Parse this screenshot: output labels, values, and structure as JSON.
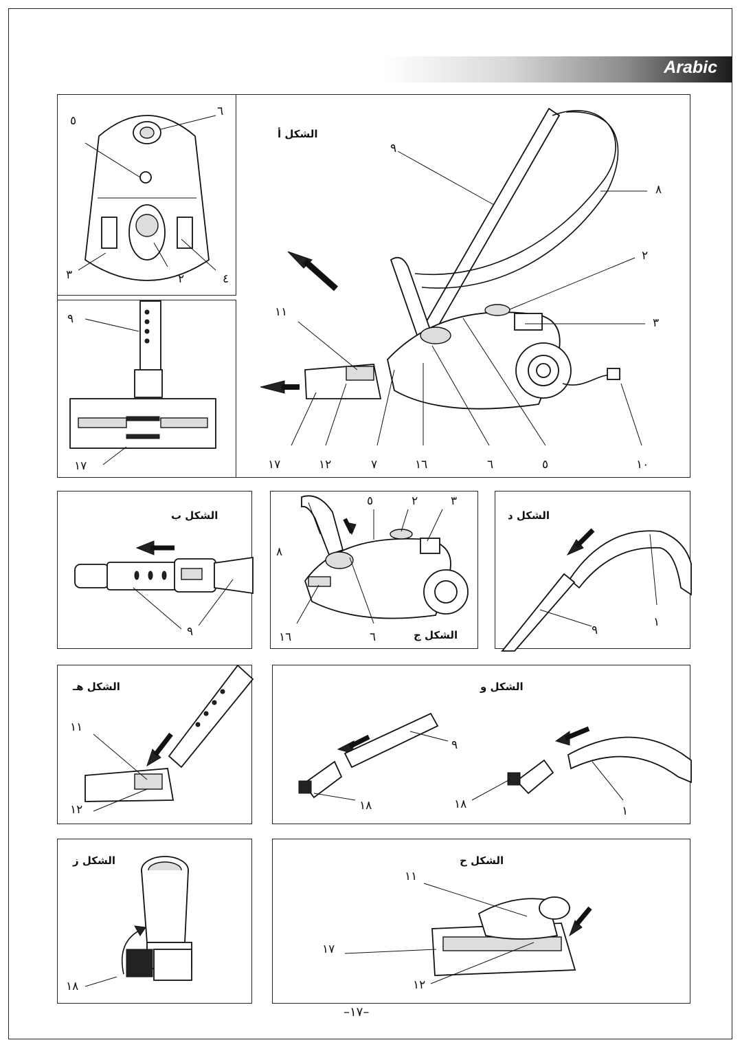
{
  "header": {
    "language_tag": "Arabic"
  },
  "figures": {
    "a": {
      "title": "الشكل أ",
      "callouts": [
        "٩",
        "٨",
        "٢",
        "٣",
        "١١",
        "١٧",
        "١٢",
        "٧",
        "١٦",
        "٦",
        "٥",
        "١٠"
      ]
    },
    "a_top": {
      "callouts": [
        "٥",
        "٦",
        "٣",
        "٢",
        "٤"
      ]
    },
    "a_bottom": {
      "callouts": [
        "٩",
        "١٧"
      ]
    },
    "b": {
      "title": "الشكل ب",
      "callouts": [
        "٩"
      ]
    },
    "c": {
      "title": "الشكل ج",
      "callouts": [
        "٥",
        "٢",
        "٣",
        "٨",
        "١٦",
        "٦"
      ]
    },
    "d": {
      "title": "الشكل د",
      "callouts": [
        "١",
        "٩"
      ]
    },
    "e": {
      "title": "الشكل هـ",
      "callouts": [
        "١١",
        "١٢"
      ]
    },
    "f": {
      "title": "الشكل و",
      "callouts": [
        "٩",
        "١٨",
        "١٨",
        "١"
      ]
    },
    "g": {
      "title": "الشكل ز",
      "callouts": [
        "١٨"
      ]
    },
    "h": {
      "title": "الشكل ح",
      "callouts": [
        "١١",
        "١٧",
        "١٢"
      ]
    }
  },
  "footer": {
    "page_number": "–١٧–"
  }
}
